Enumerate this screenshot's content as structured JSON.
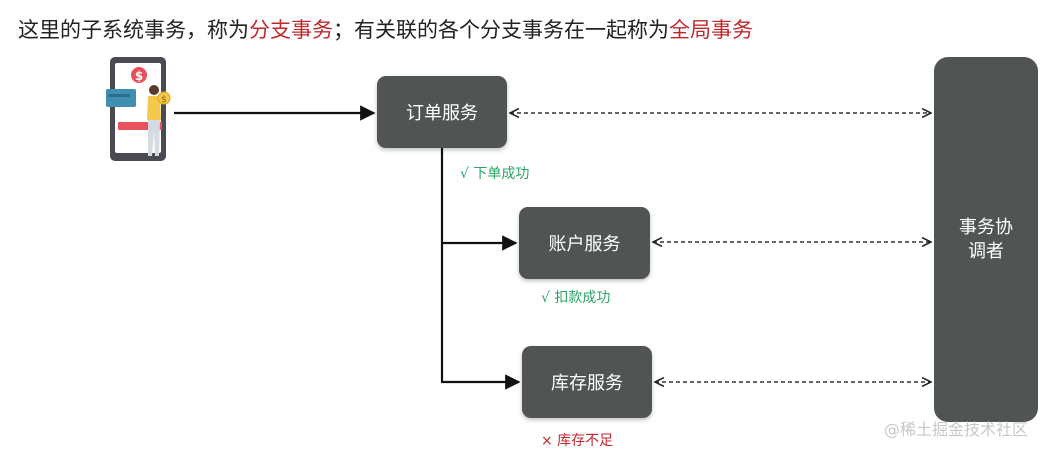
{
  "title": {
    "part1": "这里的子系统事务，称为",
    "highlight1": "分支事务",
    "part2": "；有关联的各个分支事务在一起称为",
    "highlight2": "全局事务"
  },
  "services": {
    "order": "订单服务",
    "account": "账户服务",
    "stock": "库存服务"
  },
  "coordinator": {
    "line1": "事务协",
    "line2": "调者"
  },
  "status": {
    "order": "√  下单成功",
    "account": "√  扣款成功",
    "stock": "×  库存不足"
  },
  "watermark": "@稀土掘金技术社区",
  "colors": {
    "box": "#505553",
    "highlight": "#c0282d",
    "success": "#2aa566",
    "failure": "#c0282d"
  },
  "icons": {
    "user": "phone-payment-icon"
  }
}
